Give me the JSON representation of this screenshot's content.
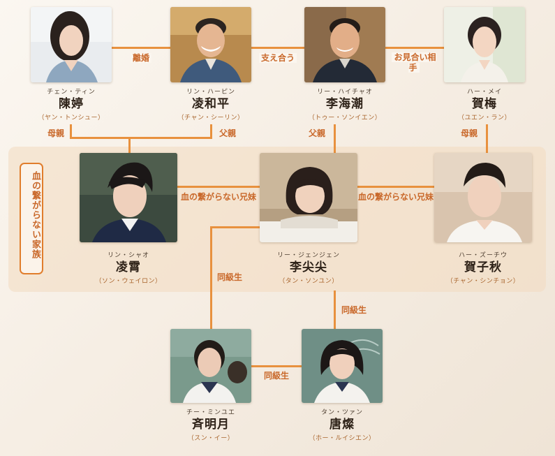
{
  "family_label": "血の繋がらない家族",
  "colors": {
    "accent": "#e8913e",
    "label": "#c9682a",
    "actor": "#a8642c"
  },
  "people": {
    "chen_ting": {
      "kana": "チェン・ティン",
      "name": "陳婷",
      "actor": "（ヤン・トンシュー）"
    },
    "ling_heping": {
      "kana": "リン・ハーピン",
      "name": "凌和平",
      "actor": "（チャン・シーリン）"
    },
    "li_haichao": {
      "kana": "リー・ハイチャオ",
      "name": "李海潮",
      "actor": "（トゥー・ソンイエン）"
    },
    "he_mei": {
      "kana": "ハー・メイ",
      "name": "賀梅",
      "actor": "（ユエン・ラン）"
    },
    "ling_xiao": {
      "kana": "リン・シャオ",
      "name": "凌霄",
      "actor": "（ソン・ウェイロン）"
    },
    "li_jianjian": {
      "kana": "リー・ジェンジェン",
      "name": "李尖尖",
      "actor": "（タン・ソンユン）"
    },
    "he_ziqiu": {
      "kana": "ハー・ズーチウ",
      "name": "賀子秋",
      "actor": "（チャン・シンチョン）"
    },
    "qi_mingyue": {
      "kana": "チー・ミンユエ",
      "name": "斉明月",
      "actor": "（スン・イー）"
    },
    "tang_can": {
      "kana": "タン・ツァン",
      "name": "唐燦",
      "actor": "（ホー・ルイシエン）"
    }
  },
  "relations": {
    "divorce": "離婚",
    "support": "支え合う",
    "matchmaking": "お見合い相手",
    "mother_left": "母親",
    "father_left": "父親",
    "father_center": "父親",
    "mother_right": "母親",
    "stepsiblings_left": "血の繋がらない兄妹",
    "stepsiblings_right": "血の繋がらない兄妹",
    "classmate_left": "同級生",
    "classmate_right": "同級生",
    "classmate_bottom": "同級生"
  }
}
